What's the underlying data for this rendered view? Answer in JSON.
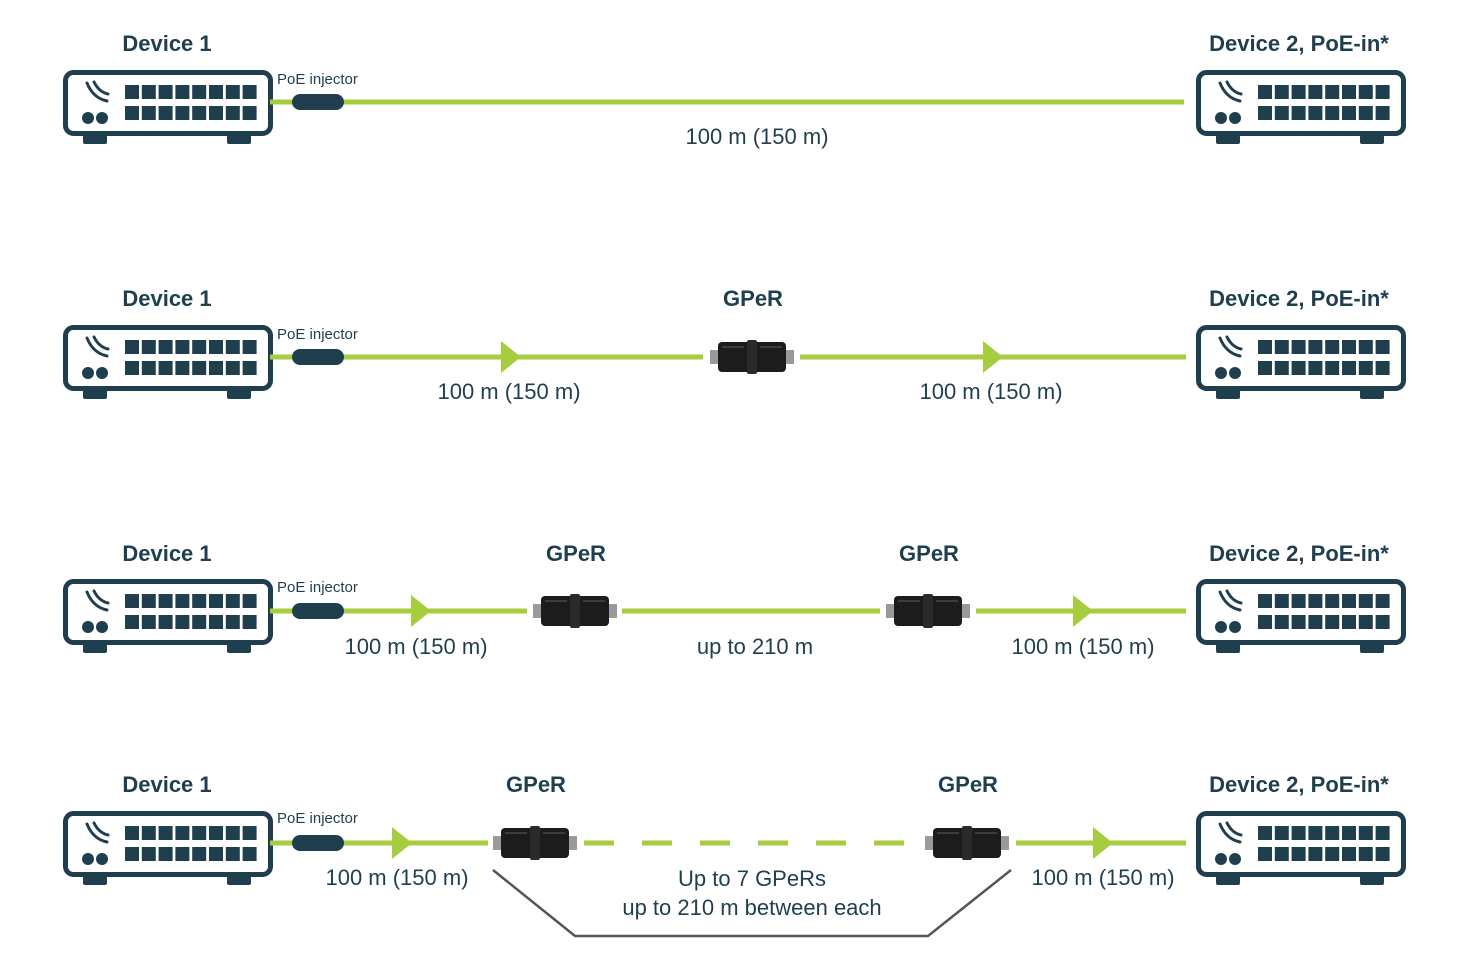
{
  "colors": {
    "device": "#1f3f4f",
    "cable": "#a6cd3d",
    "gper_body": "#1c1c1c",
    "gper_end": "#9a9a9a",
    "bracket": "#555555",
    "text": "#1f3f4f"
  },
  "icons": {
    "device": "network-switch-icon",
    "injector": "poe-injector-icon",
    "gper": "gper-repeater-icon",
    "arrow": "direction-arrow-icon"
  },
  "rows": [
    {
      "device1": "Device 1",
      "poe": "PoE injector",
      "device2": "Device 2, PoE-in*",
      "gper_titles": [],
      "distances": [
        "100 m (150 m)"
      ]
    },
    {
      "device1": "Device 1",
      "poe": "PoE injector",
      "device2": "Device 2, PoE-in*",
      "gper_titles": [
        "GPeR"
      ],
      "distances": [
        "100 m (150 m)",
        "100 m (150 m)"
      ]
    },
    {
      "device1": "Device 1",
      "poe": "PoE injector",
      "device2": "Device 2, PoE-in*",
      "gper_titles": [
        "GPeR",
        "GPeR"
      ],
      "distances": [
        "100 m (150 m)",
        "up to 210 m",
        "100 m (150 m)"
      ]
    },
    {
      "device1": "Device 1",
      "poe": "PoE injector",
      "device2": "Device 2, PoE-in*",
      "gper_titles": [
        "GPeR",
        "GPeR"
      ],
      "distances": [
        "100 m (150 m)",
        "100 m (150 m)"
      ],
      "note_line1": "Up to 7 GPeRs",
      "note_line2": "up to 210 m between each"
    }
  ]
}
